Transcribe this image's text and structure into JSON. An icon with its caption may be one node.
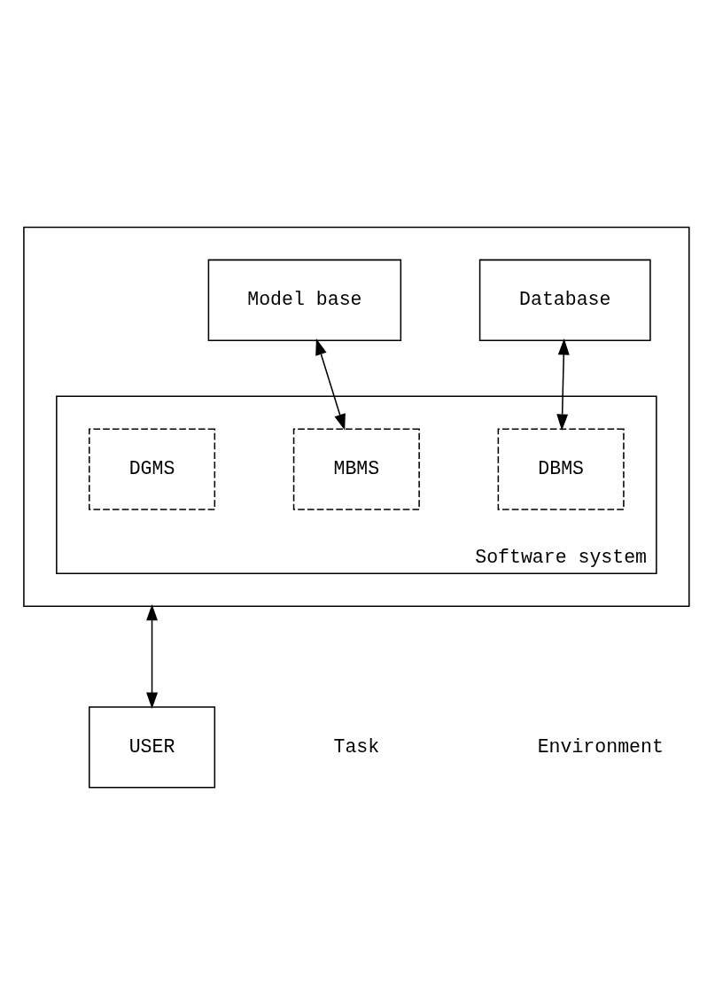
{
  "diagram": {
    "nodes": [
      {
        "text": [],
        "shape": "box"
      },
      {
        "text": [
          "Database"
        ],
        "in": 0
      },
      {
        "text": [
          "Model base"
        ],
        "in": 0
      },
      {
        "text": [
          "Software system"
        ],
        "in": 0
      },
      {
        "text": [
          "DBMS"
        ],
        "in": 3
      },
      {
        "text": [
          "MBMS"
        ],
        "in": 3
      },
      {
        "text": [
          "DGMS"
        ],
        "in": 3
      },
      {
        "text": [
          "USER"
        ]
      }
    ],
    "edges": [
      {
        "from": 1,
        "to": 4,
        "arrow": "both"
      },
      {
        "from": 2,
        "to": 5,
        "arrow": "both"
      },
      {
        "from": 0,
        "to": 7,
        "arrow": "both"
      }
    ],
    "labels": [
      "Task",
      "Environment"
    ]
  }
}
